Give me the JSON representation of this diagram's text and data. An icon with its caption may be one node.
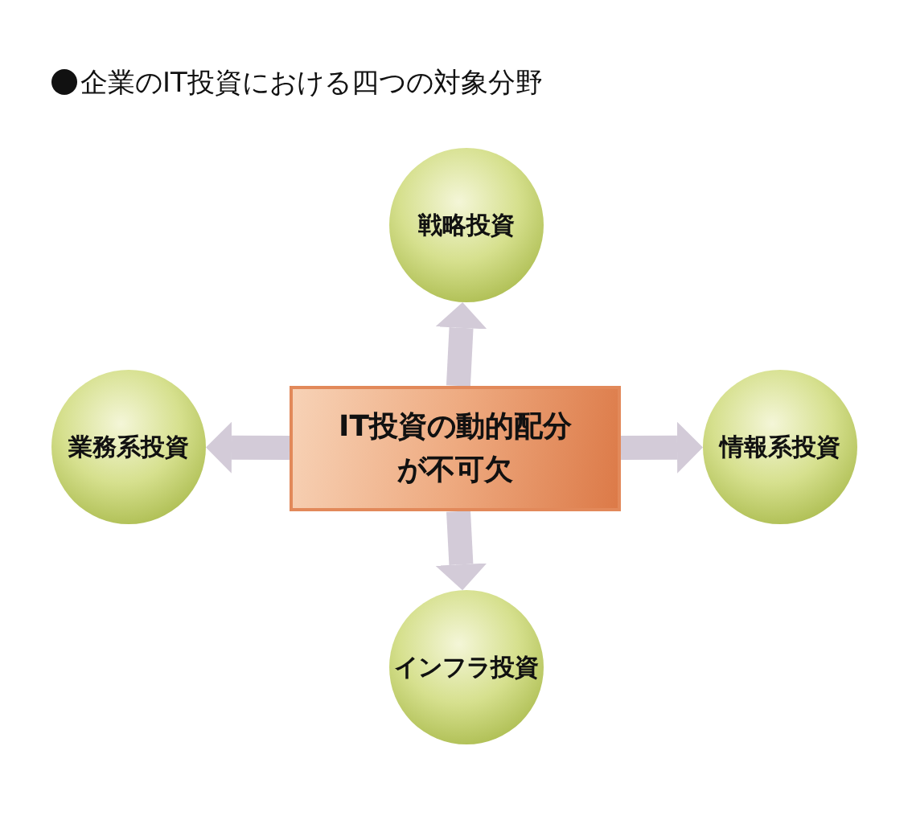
{
  "diagram": {
    "title": "企業のIT投資における四つの対象分野",
    "nodes": [
      {
        "text": [
          "戦略投資"
        ]
      },
      {
        "text": [
          "業務系投資"
        ]
      },
      {
        "text": [
          "IT投資の動的配分が不可欠"
        ]
      },
      {
        "text": [
          "情報系投資"
        ]
      },
      {
        "text": [
          "インフラ投資"
        ]
      }
    ],
    "edges": [
      {
        "from": 2,
        "to": 0,
        "arrow": "to"
      },
      {
        "from": 2,
        "to": 1,
        "arrow": "to"
      },
      {
        "from": 2,
        "to": 3,
        "arrow": "to"
      },
      {
        "from": 2,
        "to": 4,
        "arrow": "to"
      }
    ]
  }
}
